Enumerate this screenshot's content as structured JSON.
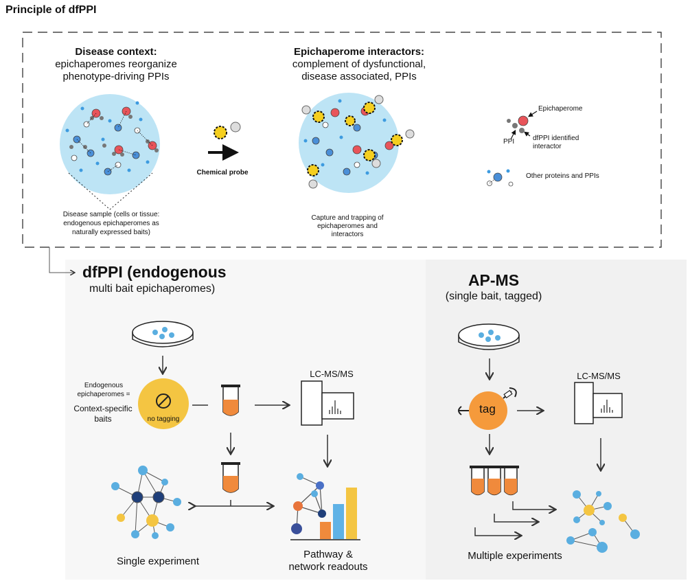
{
  "title": "Principle of dfPPI",
  "principle": {
    "disease_heading": "Disease context:",
    "disease_sub_1": "epichaperomes reorganize",
    "disease_sub_2": "phenotype-driving PPIs",
    "interactors_heading": "Epichaperome interactors:",
    "interactors_sub_1": "complement of dysfunctional,",
    "interactors_sub_2": "disease associated, PPIs",
    "probe_label": "Chemical probe",
    "sample_caption_1": "Disease sample (cells or tissue:",
    "sample_caption_2": "endogenous epichaperomes as",
    "sample_caption_3": "naturally expressed baits)",
    "capture_caption_1": "Capture and trapping of",
    "capture_caption_2": "epichaperomes and",
    "capture_caption_3": "interactors"
  },
  "legend": {
    "epichaperome": "Epichaperome",
    "ppi": "PPI",
    "dfppi_interactor_1": "dfPPI identified",
    "dfppi_interactor_2": "interactor",
    "other": "Other proteins and PPIs"
  },
  "dfppi": {
    "heading": "dfPPI (endogenous",
    "subheading": "multi bait epichaperomes)",
    "endo_1": "Endogenous",
    "endo_2": "epichaperomes =",
    "endo_3": "Context-specific",
    "endo_4": "baits",
    "no_tagging": "no tagging",
    "lcms": "LC-MS/MS",
    "single_experiment": "Single experiment",
    "pathway_1": "Pathway &",
    "pathway_2": "network readouts"
  },
  "apms": {
    "heading": "AP-MS",
    "subheading": "(single bait, tagged)",
    "tag": "tag",
    "lcms": "LC-MS/MS",
    "multiple_experiments": "Multiple experiments"
  },
  "colors": {
    "circle_fill": "#bde4f5",
    "epichaperome_red": "#e8545a",
    "probe_yellow": "#f5cf1f",
    "bait_yellow": "#f4c542",
    "tube_orange": "#f08a3c",
    "tag_orange": "#f59a3b",
    "node_dark_blue": "#1f3f7a",
    "node_light_blue": "#5aaee0",
    "bar_blue": "#5fb2e6",
    "bar_orange": "#f08a3c",
    "bar_yellow": "#f4c542"
  }
}
